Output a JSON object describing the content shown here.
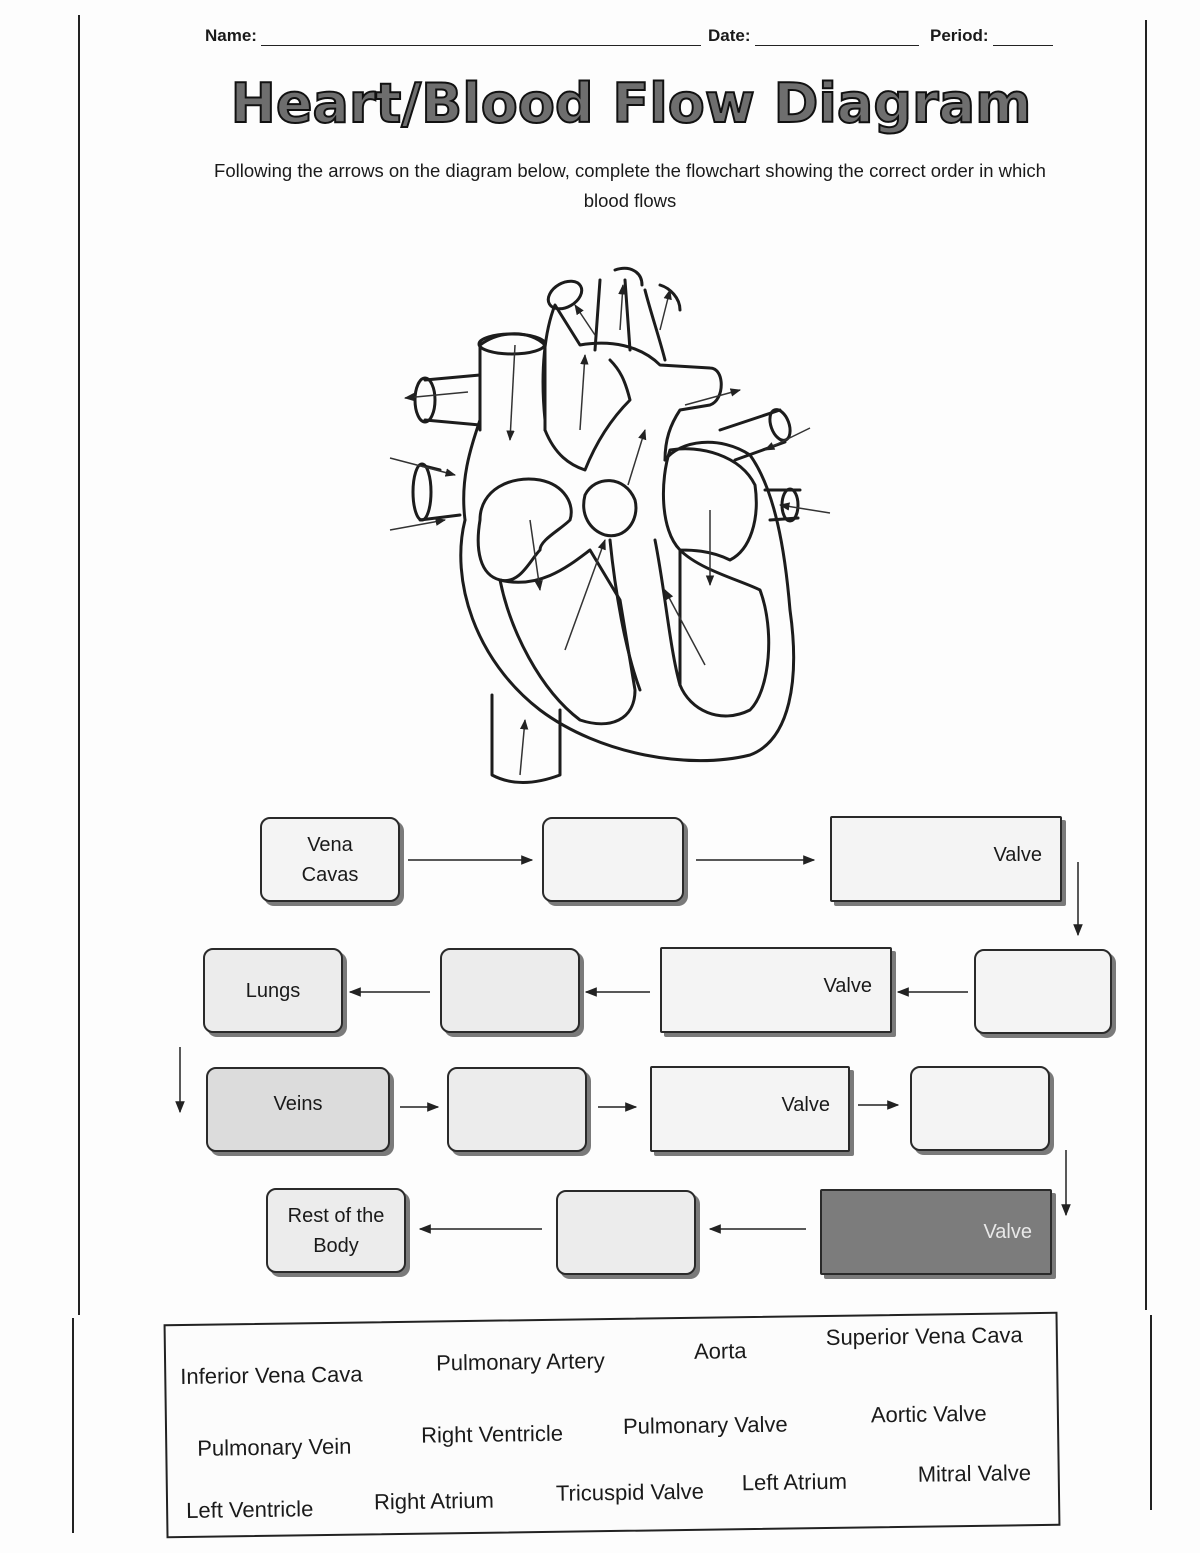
{
  "header": {
    "name_label": "Name:",
    "date_label": "Date:",
    "period_label": "Period:"
  },
  "title": "Heart/Blood Flow Diagram",
  "instructions": "Following the arrows on the diagram below, complete the flowchart showing the correct order in which blood flows",
  "flowchart": {
    "row1": [
      "Vena Cavas",
      "",
      "Valve"
    ],
    "row2": [
      "Lungs",
      "",
      "Valve",
      ""
    ],
    "row3": [
      "Veins",
      "",
      "Valve",
      ""
    ],
    "row4": [
      "Rest of the Body",
      "",
      "Valve"
    ]
  },
  "word_bank": [
    "Inferior Vena Cava",
    "Pulmonary Artery",
    "Aorta",
    "Superior Vena Cava",
    "Pulmonary Vein",
    "Right Ventricle",
    "Pulmonary Valve",
    "Aortic Valve",
    "Left Ventricle",
    "Right Atrium",
    "Tricuspid Valve",
    "Left Atrium",
    "Mitral Valve"
  ]
}
